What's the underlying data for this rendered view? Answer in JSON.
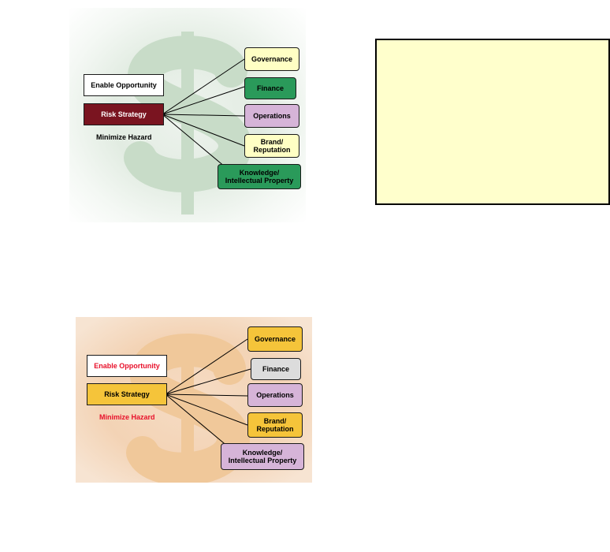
{
  "diagrams": [
    {
      "left_boxes": {
        "enable": "Enable Opportunity",
        "risk": "Risk Strategy",
        "minimize": "Minimize Hazard"
      },
      "right_boxes": [
        "Governance",
        "Finance",
        "Operations",
        "Brand/\nReputation",
        "Knowledge/\nIntellectual Property"
      ],
      "colors": {
        "enable_bg": "#ffffff",
        "enable_text": "#000000",
        "risk_bg": "#7a1420",
        "risk_text": "#ffffff",
        "minimize_text": "#000000",
        "right": [
          "#ffffc4",
          "#2a9a5a",
          "#d6b4d8",
          "#ffffc4",
          "#2a9a5a"
        ]
      }
    },
    {
      "left_boxes": {
        "enable": "Enable Opportunity",
        "risk": "Risk Strategy",
        "minimize": "Minimize Hazard"
      },
      "right_boxes": [
        "Governance",
        "Finance",
        "Operations",
        "Brand/\nReputation",
        "Knowledge/\nIntellectual Property"
      ],
      "colors": {
        "enable_bg": "#ffffff",
        "enable_text": "#e8102a",
        "risk_bg": "#f5c43a",
        "risk_text": "#000000",
        "minimize_text": "#e8102a",
        "right": [
          "#f5c43a",
          "#dcdcdc",
          "#d6b4d8",
          "#f5c43a",
          "#d6b4d8"
        ]
      }
    }
  ],
  "note_box": {
    "background": "#ffffcc"
  }
}
